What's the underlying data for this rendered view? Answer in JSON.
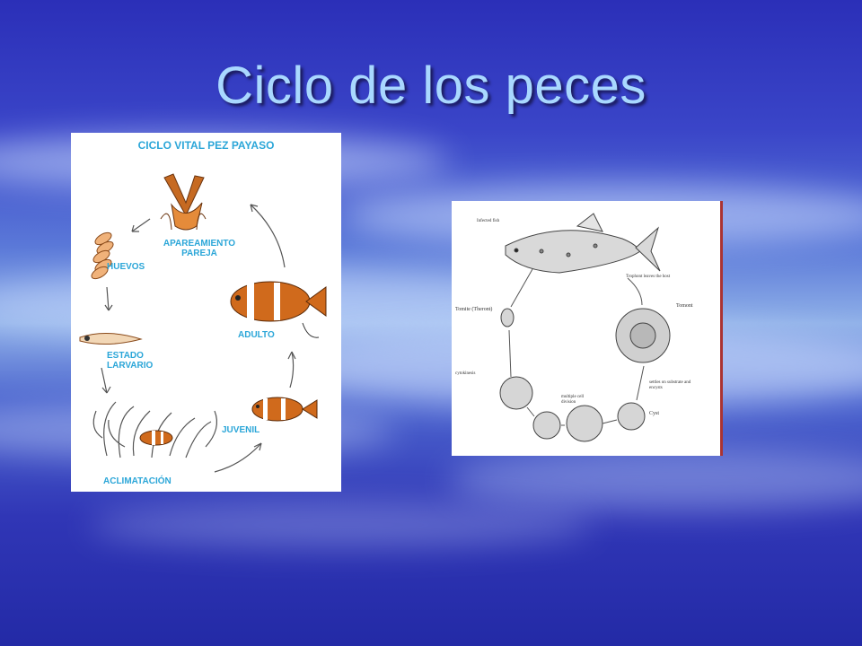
{
  "slide": {
    "title": "Ciclo de los peces",
    "colors": {
      "title": "#a9d8ff",
      "caption": "#2ba6d8",
      "fish": "#d06a1c"
    }
  },
  "left_diagram": {
    "heading": "CICLO VITAL PEZ PAYASO",
    "stages": {
      "mating": "APAREAMIENTO PAREJA",
      "eggs": "HUEVOS",
      "larva": "ESTADO LARVARIO",
      "acclimation": "ACLIMATACIÓN",
      "juvenile": "JUVENIL",
      "adult": "ADULTO"
    }
  },
  "right_diagram": {
    "labels": {
      "infected": "Infected fish",
      "leaves_host": "Trophont leaves the host",
      "tomont": "Tomont",
      "tomite": "Tomite (Theront)",
      "cyst_label": "Cyst",
      "division": "multiple cell division",
      "cytokinesis": "cytokinesis",
      "settles": "settles on substrate and encysts"
    }
  }
}
